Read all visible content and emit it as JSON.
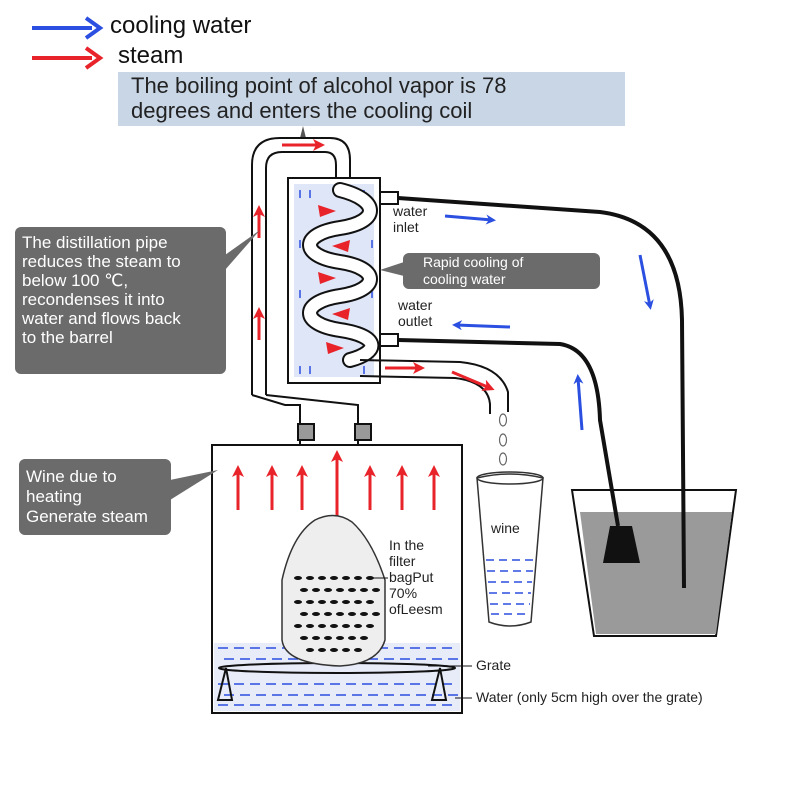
{
  "legend": {
    "cooling_water": "cooling water",
    "steam": "steam",
    "cooling_water_color": "#2b4fe0",
    "steam_color": "#e8232a"
  },
  "banner": {
    "line1": "The boiling point of alcohol vapor is 78",
    "line2": "degrees and enters the cooling coil"
  },
  "callouts": {
    "distillation": [
      "The distillation pipe",
      "reduces the steam to",
      "below 100 ℃,",
      "recondenses it into",
      "water and flows back",
      "to the barrel"
    ],
    "wine_heating": [
      "Wine due to",
      "heating",
      "Generate steam"
    ],
    "rapid_cooling": [
      "Rapid cooling of",
      "cooling water"
    ]
  },
  "labels": {
    "water_inlet": [
      "water",
      "inlet"
    ],
    "water_outlet": [
      "water",
      "outlet"
    ],
    "wine": "wine",
    "filter_bag": [
      "In the",
      "filter",
      "bagPut",
      "70%",
      "ofLeesm"
    ],
    "grate": "Grate",
    "water_level": "Water (only 5cm high over the grate)"
  }
}
